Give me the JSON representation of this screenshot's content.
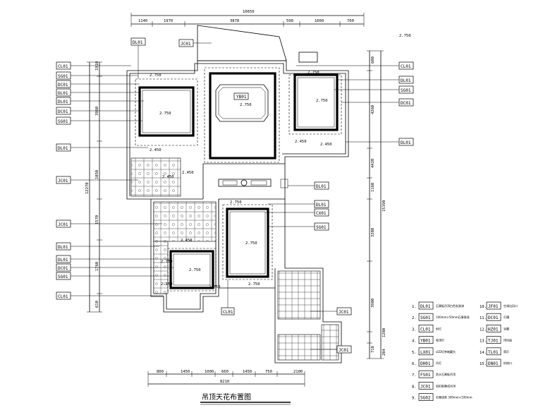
{
  "title": "吊顶天花布置图",
  "top_dims": {
    "total": "10650",
    "segments": [
      "1140",
      "1970",
      "3878",
      "598",
      "1660",
      "700"
    ]
  },
  "bottom_dims": {
    "total": "8210",
    "segments": [
      "800",
      "1450",
      "1000",
      "660",
      "1450",
      "750",
      "2100"
    ]
  },
  "left_dims": {
    "total": "12270",
    "segments": [
      "1910",
      "3960",
      "1050",
      "1570",
      "1760",
      "610"
    ]
  },
  "right_dims": {
    "total": "15390",
    "segments": [
      "600",
      "4260",
      "4420",
      "1160",
      "3380",
      "3900",
      "1280",
      "718",
      "284"
    ]
  },
  "left_tags": [
    "CL01",
    "SG01",
    "DC01",
    "DL01",
    "DL01",
    "DC01",
    "SG01",
    "DL01",
    "JC01",
    "JC01",
    "DL01",
    "DL01",
    "DC01",
    "SG01",
    "CL01"
  ],
  "right_tags": [
    "CL01",
    "DL01",
    "SG01",
    "DC01",
    "DL01",
    "DL01",
    "DL01",
    "CX01",
    "SG01",
    "JC01",
    "JC01"
  ],
  "top_tags": [
    "DL01",
    "JC01"
  ],
  "center_tags": [
    "YB01",
    "CL01"
  ],
  "elevations": {
    "e1": "2.750",
    "e2": "2.750",
    "e3": "2.750",
    "e4": "2.450",
    "e5": "2.450",
    "e6": "2.450",
    "e7": "2.750",
    "e8": "2.750",
    "e9": "2.750",
    "e10": "2.450",
    "e11": "2.450",
    "e12": "2.750",
    "e13": "2.150",
    "e14": "2.750",
    "e15": "2.450",
    "e16": "2.750",
    "e17": "2.750",
    "e18": "2.750",
    "e19": "2.750"
  },
  "legend": [
    {
      "num": "1.",
      "code": "DL01",
      "desc": "石膏板吊顶白色乳胶漆"
    },
    {
      "num": "2.",
      "code": "SG01",
      "desc": "100mm×50mm石膏角线"
    },
    {
      "num": "3.",
      "code": "CL01",
      "desc": "射灯"
    },
    {
      "num": "4.",
      "code": "YB01",
      "desc": "吸顶灯"
    },
    {
      "num": "5.",
      "code": "LX01",
      "desc": "LED灯带暗藏光"
    },
    {
      "num": "6.",
      "code": "DH01",
      "desc": "吊灯"
    },
    {
      "num": "7.",
      "code": "FS01",
      "desc": "防水石膏板吊顶"
    },
    {
      "num": "8.",
      "code": "JC01",
      "desc": "铝扣板集成吊顶"
    },
    {
      "num": "9.",
      "code": "SG02",
      "desc": "石膏线条 300mm×100mm"
    },
    {
      "num": "10.",
      "code": "JF01",
      "desc": "空调出风口"
    },
    {
      "num": "11.",
      "code": "DC01",
      "desc": "灯槽"
    },
    {
      "num": "12.",
      "code": "HZ01",
      "desc": "浴霸"
    },
    {
      "num": "13.",
      "code": "TJ01",
      "desc": "排风扇"
    },
    {
      "num": "14.",
      "code": "TL01",
      "desc": "筒灯"
    },
    {
      "num": "15.",
      "code": "DN01",
      "desc": "检修口"
    }
  ]
}
